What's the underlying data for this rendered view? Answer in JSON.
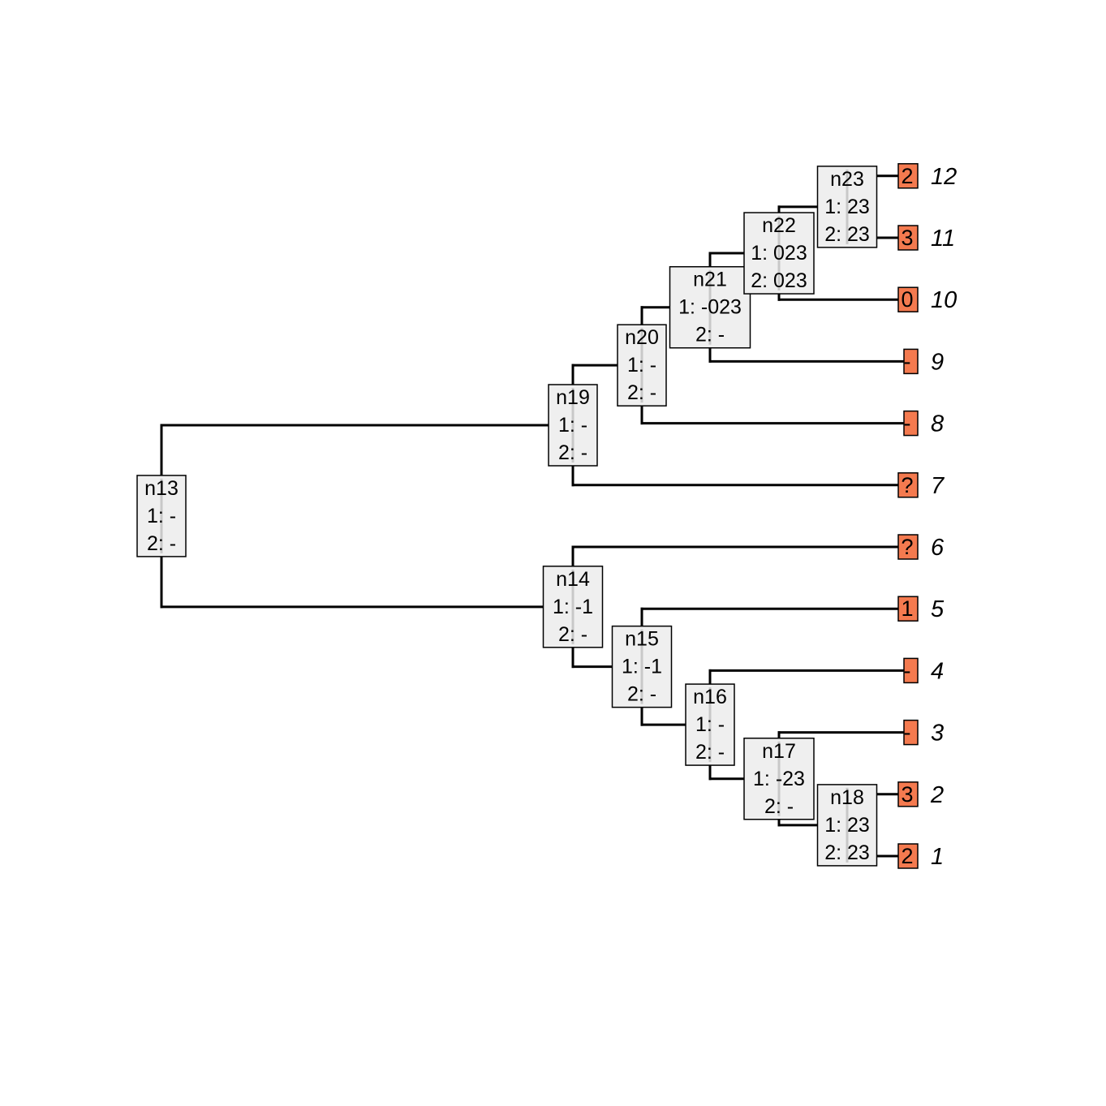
{
  "tree": {
    "tips": [
      {
        "id": "1",
        "state": "2"
      },
      {
        "id": "2",
        "state": "3"
      },
      {
        "id": "3",
        "state": "-"
      },
      {
        "id": "4",
        "state": "-"
      },
      {
        "id": "5",
        "state": "1"
      },
      {
        "id": "6",
        "state": "?"
      },
      {
        "id": "7",
        "state": "?"
      },
      {
        "id": "8",
        "state": "-"
      },
      {
        "id": "9",
        "state": "-"
      },
      {
        "id": "10",
        "state": "0"
      },
      {
        "id": "11",
        "state": "3"
      },
      {
        "id": "12",
        "state": "2"
      }
    ],
    "nodes": [
      {
        "id": "n13",
        "label": "n13",
        "line1": "1: -",
        "line2": "2: -",
        "children": [
          "n19",
          "n14"
        ]
      },
      {
        "id": "n14",
        "label": "n14",
        "line1": "1: -1",
        "line2": "2: -",
        "children": [
          "6",
          "n15"
        ]
      },
      {
        "id": "n15",
        "label": "n15",
        "line1": "1: -1",
        "line2": "2: -",
        "children": [
          "5",
          "n16"
        ]
      },
      {
        "id": "n16",
        "label": "n16",
        "line1": "1: -",
        "line2": "2: -",
        "children": [
          "4",
          "n17"
        ]
      },
      {
        "id": "n17",
        "label": "n17",
        "line1": "1: -23",
        "line2": "2: -",
        "children": [
          "3",
          "n18"
        ]
      },
      {
        "id": "n18",
        "label": "n18",
        "line1": "1: 23",
        "line2": "2: 23",
        "children": [
          "2",
          "1"
        ]
      },
      {
        "id": "n19",
        "label": "n19",
        "line1": "1: -",
        "line2": "2: -",
        "children": [
          "n20",
          "7"
        ]
      },
      {
        "id": "n20",
        "label": "n20",
        "line1": "1: -",
        "line2": "2: -",
        "children": [
          "n21",
          "8"
        ]
      },
      {
        "id": "n21",
        "label": "n21",
        "line1": "1: -023",
        "line2": "2: -",
        "children": [
          "n22",
          "9"
        ]
      },
      {
        "id": "n22",
        "label": "n22",
        "line1": "1: 023",
        "line2": "2: 023",
        "children": [
          "n23",
          "10"
        ]
      },
      {
        "id": "n23",
        "label": "n23",
        "line1": "1: 23",
        "line2": "2: 23",
        "children": [
          "12",
          "11"
        ]
      }
    ]
  }
}
